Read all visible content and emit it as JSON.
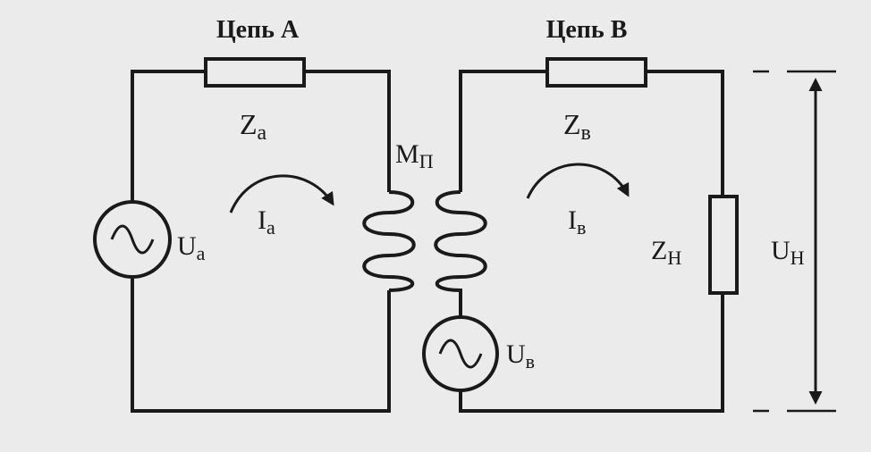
{
  "circuit_a": {
    "title": "Цепь A",
    "impedance": {
      "sym": "Z",
      "sub": "a"
    },
    "source": {
      "sym": "U",
      "sub": "a"
    },
    "current": {
      "sym": "I",
      "sub": "a"
    }
  },
  "circuit_b": {
    "title": "Цепь B",
    "impedance": {
      "sym": "Z",
      "sub": "в"
    },
    "source": {
      "sym": "U",
      "sub": "в"
    },
    "current": {
      "sym": "I",
      "sub": "в"
    }
  },
  "coupling": {
    "sym": "M",
    "sub": "П"
  },
  "load": {
    "impedance": {
      "sym": "Z",
      "sub": "Н"
    },
    "voltage": {
      "sym": "U",
      "sub": "Н"
    }
  }
}
